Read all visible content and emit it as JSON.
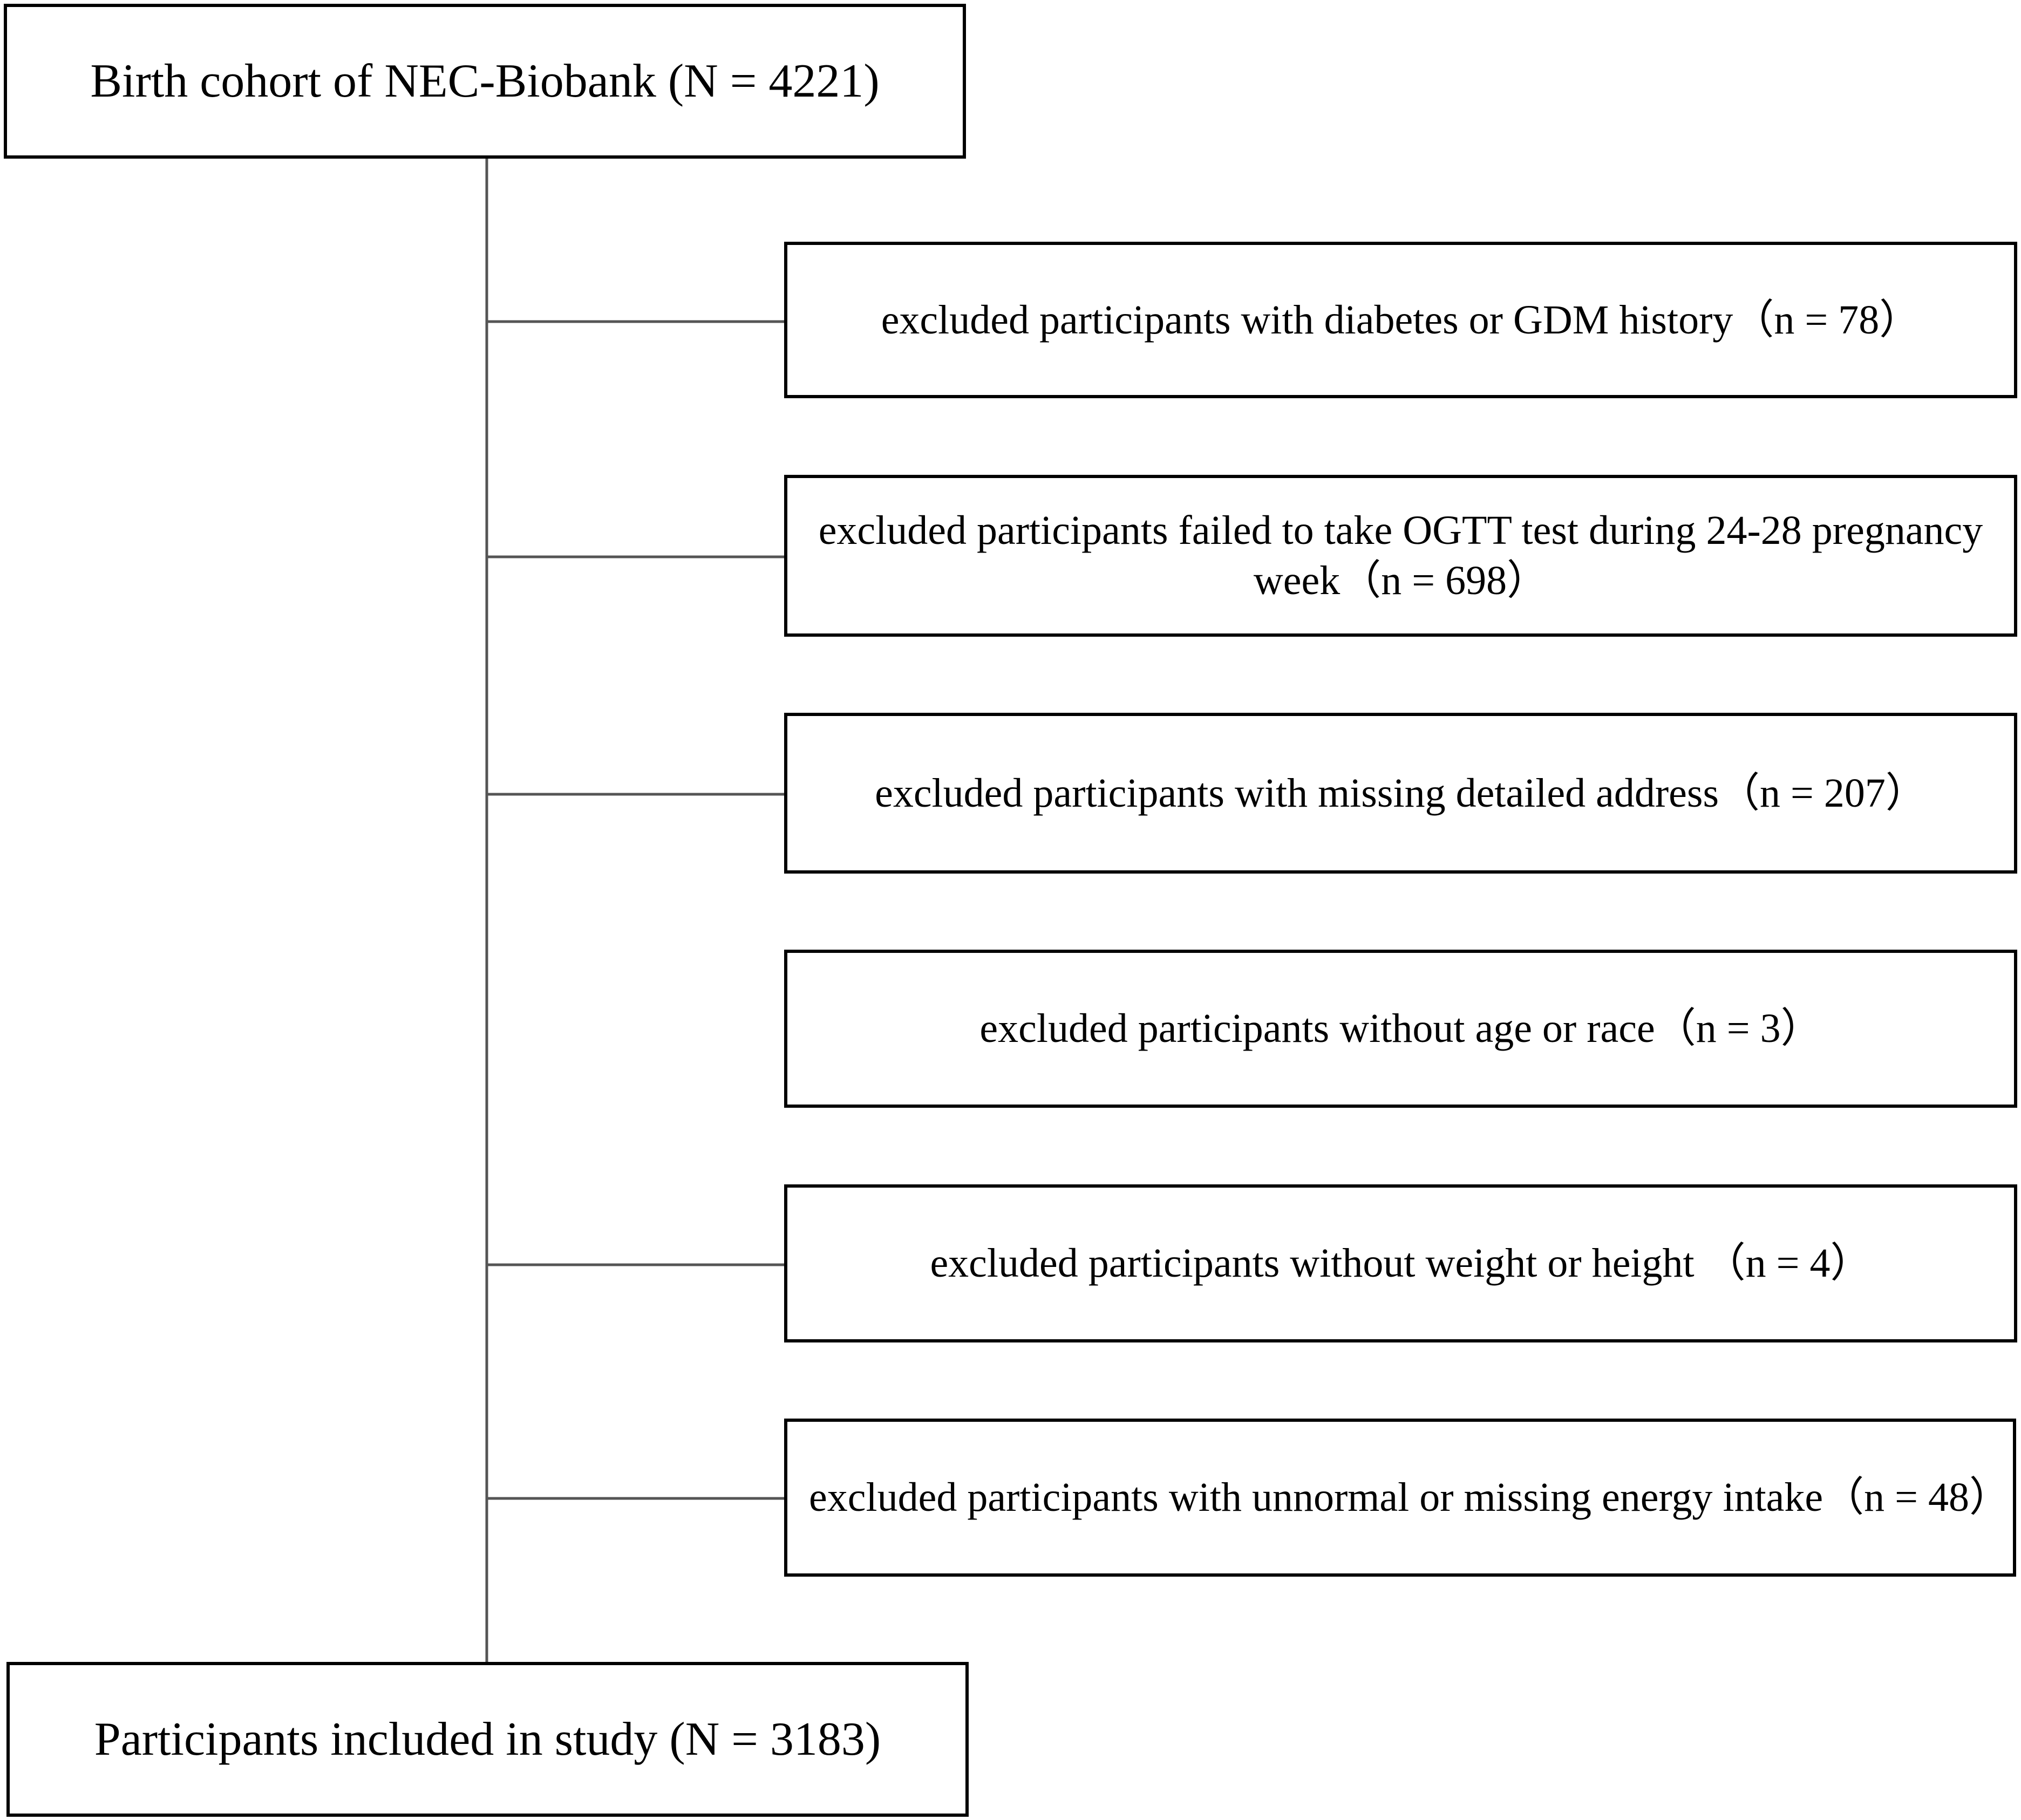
{
  "flowchart": {
    "start": {
      "text": "Birth cohort of NEC-Biobank (N = 4221)"
    },
    "exclusions": [
      {
        "text": "excluded participants with diabetes or GDM history（n = 78）"
      },
      {
        "text": "excluded participants failed to take OGTT test during 24-28 pregnancy week（n = 698）"
      },
      {
        "text": "excluded participants with missing detailed address（n = 207）"
      },
      {
        "text": "excluded participants without age or race（n = 3）"
      },
      {
        "text": "excluded participants without weight or height （n = 4）"
      },
      {
        "text": "excluded participants with unnormal or missing energy intake（n = 48）"
      }
    ],
    "end": {
      "text": "Participants included in study (N = 3183)"
    },
    "colors": {
      "line": "#000000",
      "connector": "#555555",
      "box_fill": "#ffffff"
    }
  }
}
